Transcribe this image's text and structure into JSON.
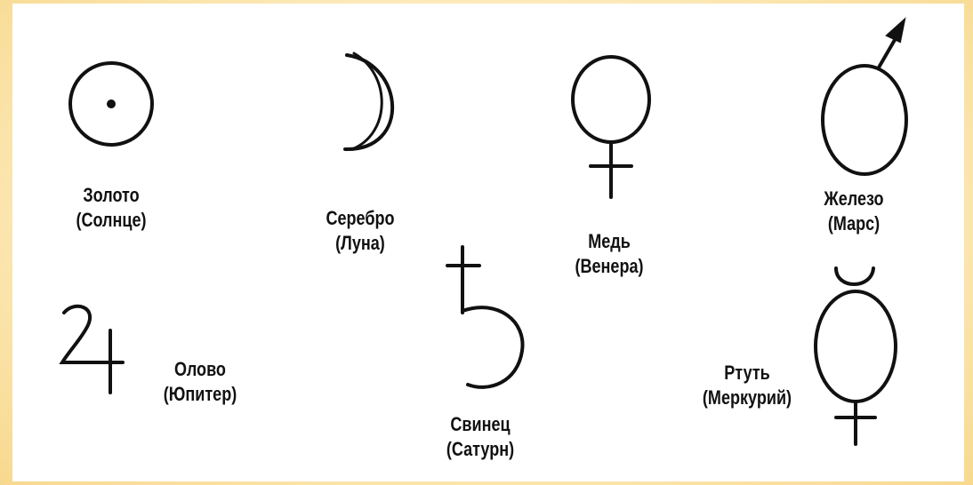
{
  "items": [
    {
      "key": "gold",
      "metal": "Золото",
      "planet": "(Солнце)"
    },
    {
      "key": "silver",
      "metal": "Серебро",
      "planet": "(Луна)"
    },
    {
      "key": "copper",
      "metal": "Медь",
      "planet": "(Венера)"
    },
    {
      "key": "iron",
      "metal": "Железо",
      "planet": "(Марс)"
    },
    {
      "key": "tin",
      "metal": "Олово",
      "planet": "(Юпитер)"
    },
    {
      "key": "lead",
      "metal": "Свинец",
      "planet": "(Сатурн)"
    },
    {
      "key": "mercury",
      "metal": "Ртуть",
      "planet": "(Меркурий)"
    }
  ],
  "colors": {
    "ink": "#111111",
    "frame": "#fbe7b3",
    "panel": "#ffffff"
  }
}
